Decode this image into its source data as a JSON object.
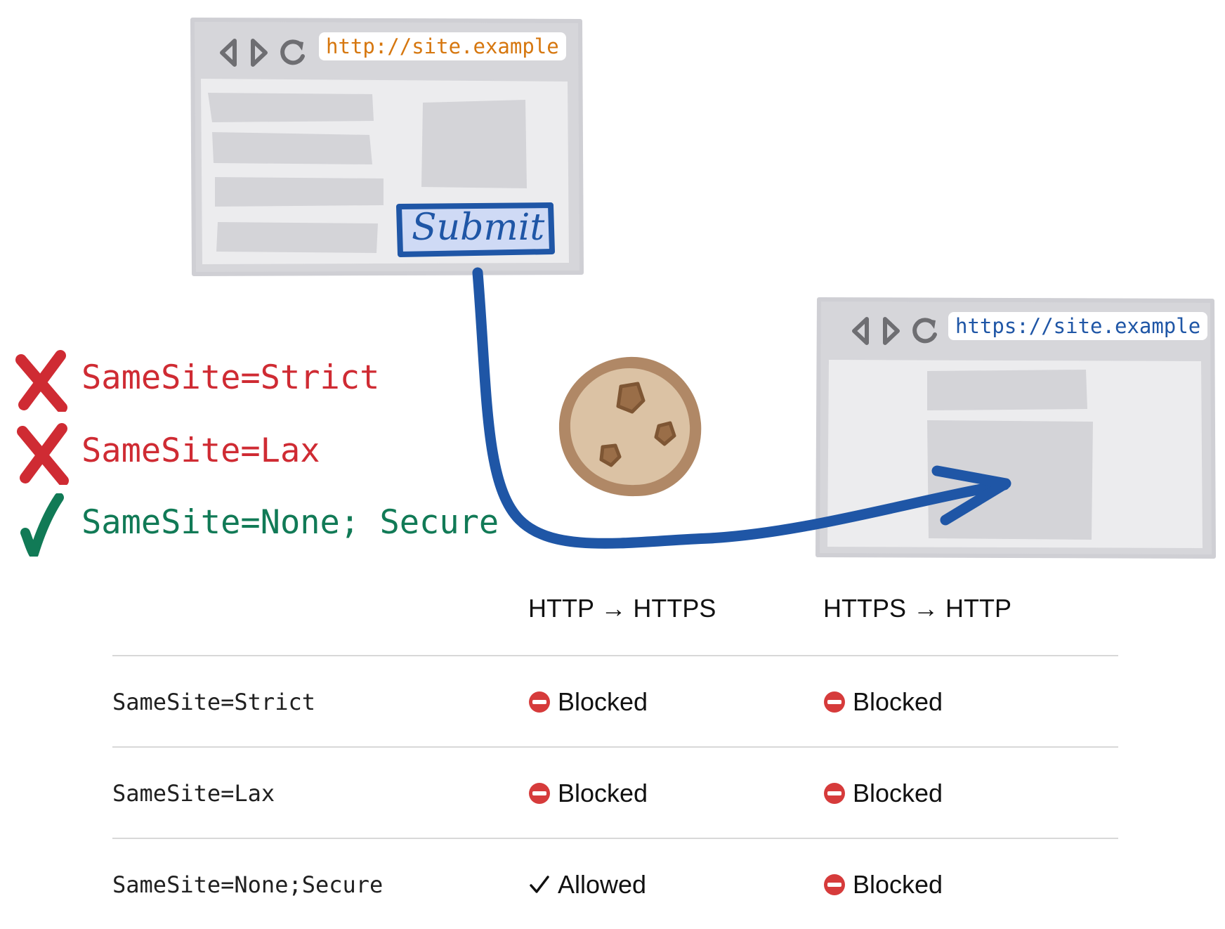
{
  "colors": {
    "blocked_red": "#cf2b33",
    "allowed_green": "#117a56",
    "link_blue": "#1f56a6",
    "http_orange": "#d6770f",
    "browser_gray": "#d4d4d8"
  },
  "diagram": {
    "source_browser": {
      "url": "http://site.example",
      "button_label": "Submit"
    },
    "target_browser": {
      "url": "https://site.example"
    },
    "cookie": {
      "icon": "cookie-icon"
    },
    "arrow": {
      "icon": "arrow-icon"
    }
  },
  "samesite_list": [
    {
      "text": "SameSite=Strict",
      "status": "blocked",
      "icon": "cross-icon"
    },
    {
      "text": "SameSite=Lax",
      "status": "blocked",
      "icon": "cross-icon"
    },
    {
      "text": "SameSite=None; Secure",
      "status": "allowed",
      "icon": "check-icon"
    }
  ],
  "table": {
    "headers": [
      "HTTP → HTTPS",
      "HTTPS → HTTP"
    ],
    "rows": [
      {
        "label": "SameSite=Strict",
        "cells": [
          {
            "status": "blocked",
            "text": "Blocked"
          },
          {
            "status": "blocked",
            "text": "Blocked"
          }
        ]
      },
      {
        "label": "SameSite=Lax",
        "cells": [
          {
            "status": "blocked",
            "text": "Blocked"
          },
          {
            "status": "blocked",
            "text": "Blocked"
          }
        ]
      },
      {
        "label": "SameSite=None;Secure",
        "cells": [
          {
            "status": "allowed",
            "text": "Allowed"
          },
          {
            "status": "blocked",
            "text": "Blocked"
          }
        ]
      }
    ],
    "icons": {
      "blocked": "no-entry-icon",
      "allowed": "check-mark-icon"
    }
  }
}
